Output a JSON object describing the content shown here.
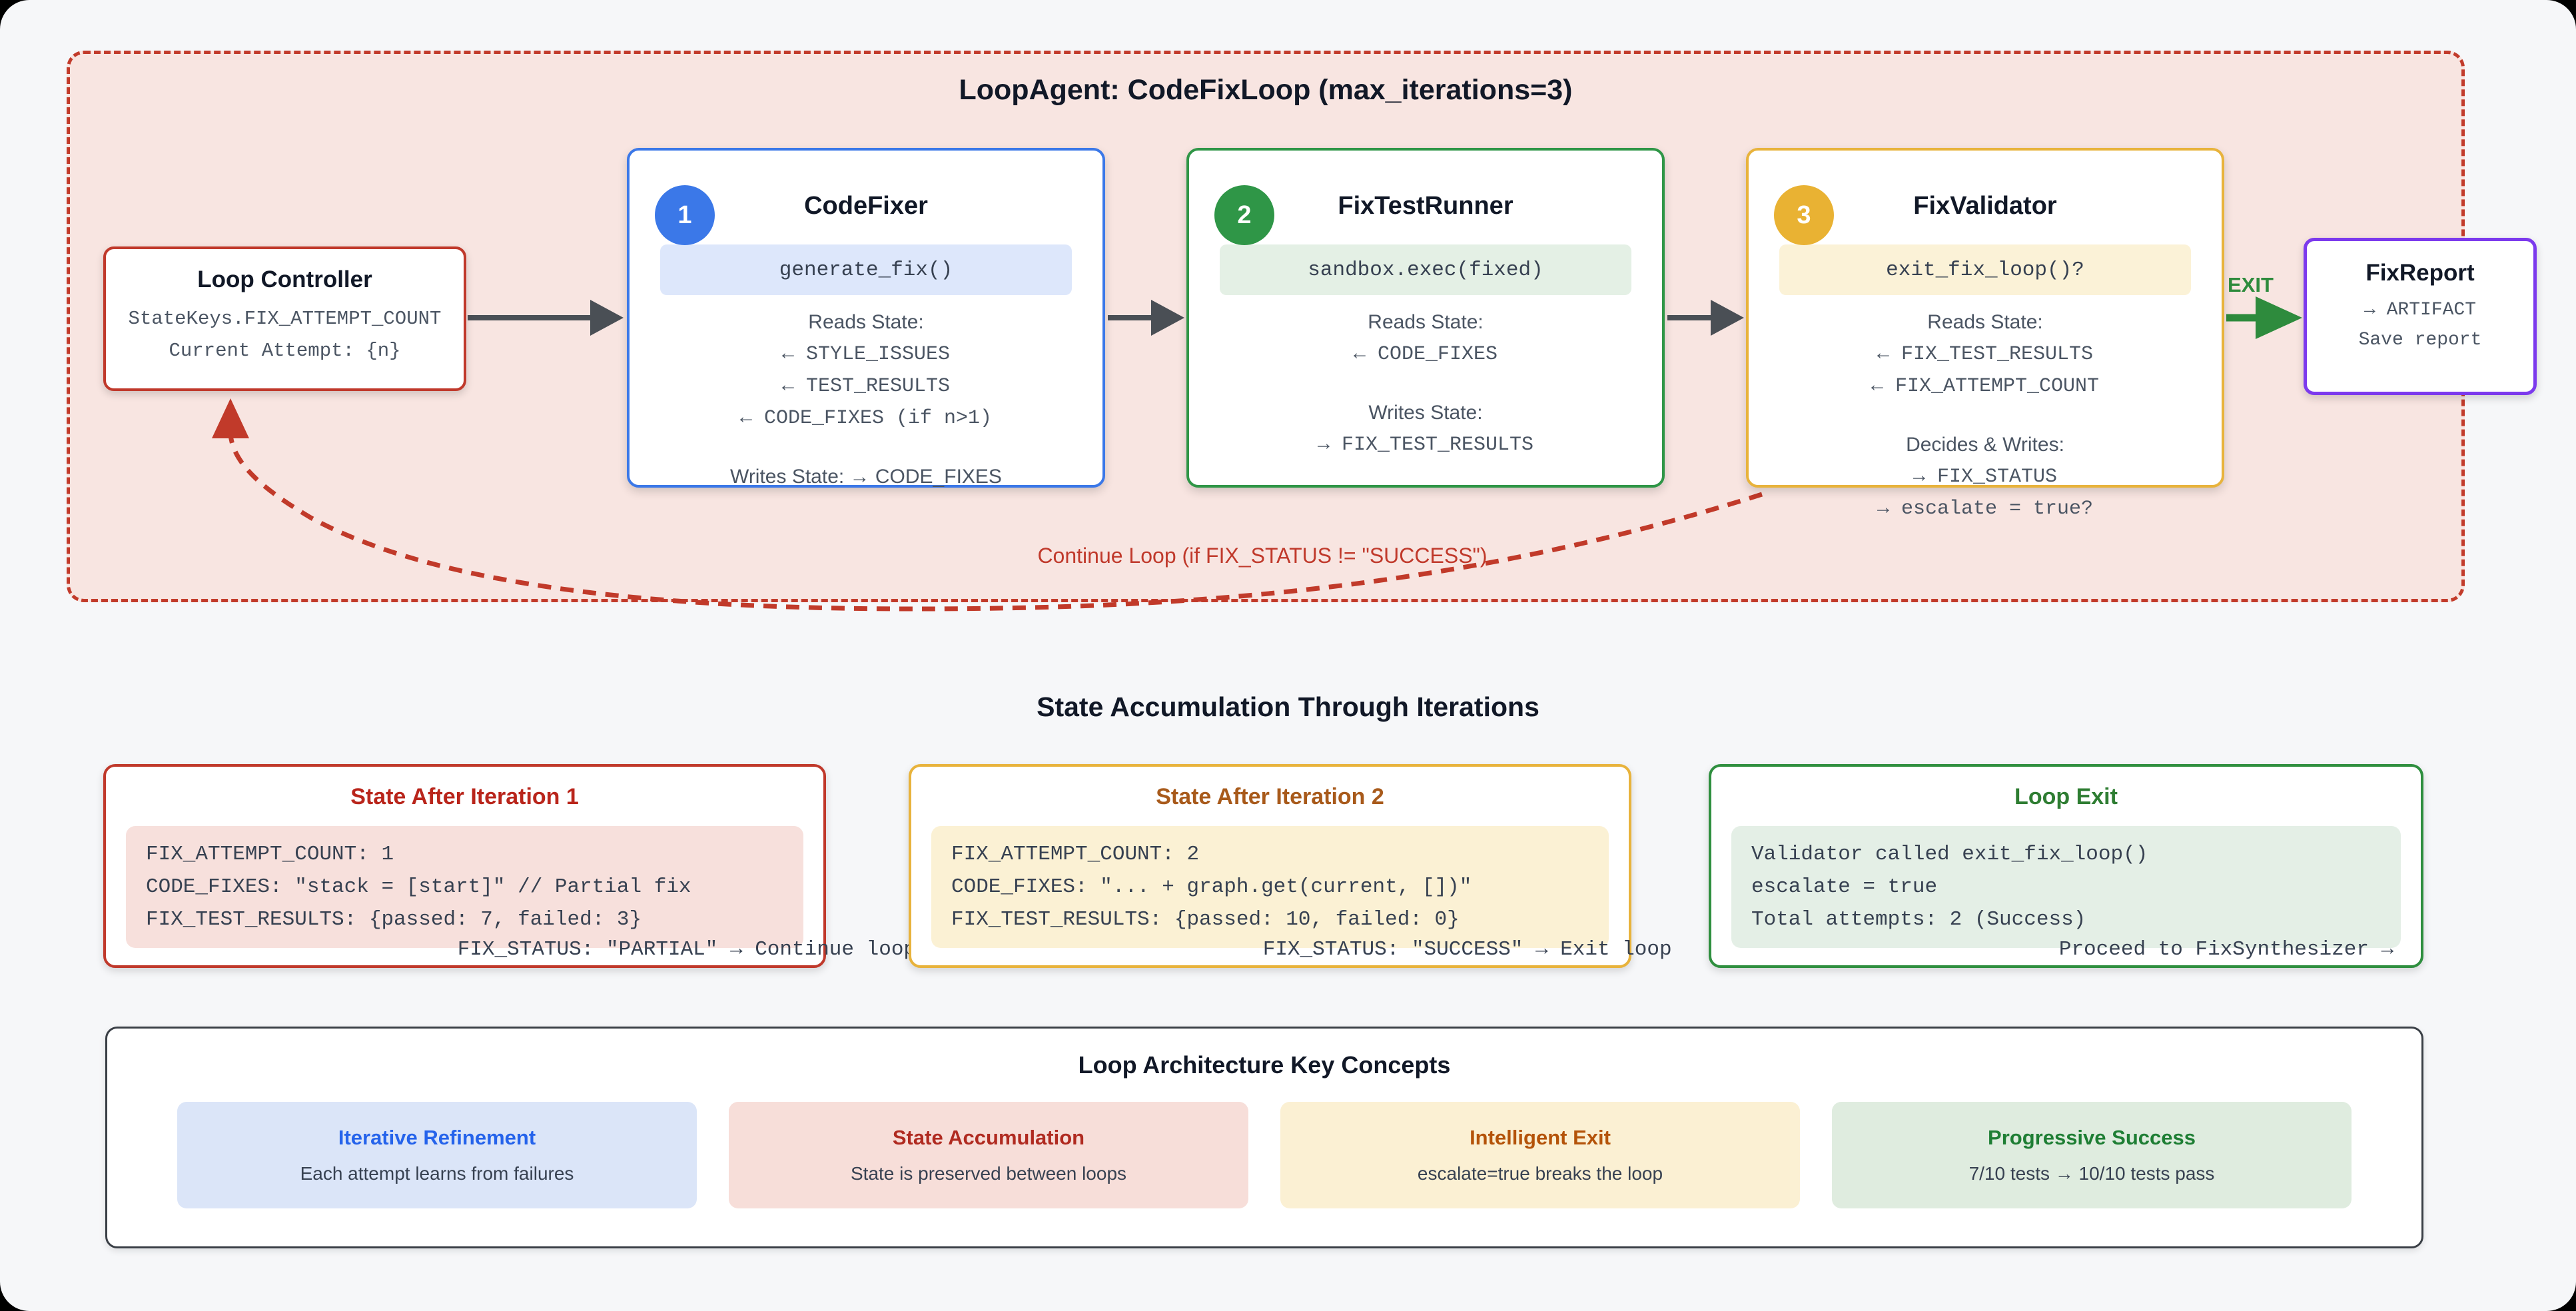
{
  "colors": {
    "container_border": "#c23b2b",
    "container_bg": "#f8e5e1",
    "page_bg": "#f6f7f9",
    "blue": "#3b78e8",
    "green": "#2f9647",
    "yellow": "#e8b33c",
    "purple": "#7c3aed",
    "red": "#c0392b",
    "arrow_gray": "#4a4f55",
    "exit_green": "#2e8b3d"
  },
  "loop": {
    "title": "LoopAgent: CodeFixLoop (max_iterations=3)",
    "continue_label": "Continue Loop (if FIX_STATUS != \"SUCCESS\")",
    "exit_label": "EXIT"
  },
  "controller": {
    "title": "Loop Controller",
    "lines": [
      "StateKeys.FIX_ATTEMPT_COUNT",
      "Current Attempt: {n}"
    ]
  },
  "agents": [
    {
      "badge": "1",
      "title": "CodeFixer",
      "chip": "generate_fix()",
      "reads_label": "Reads State:",
      "reads": [
        "← STYLE_ISSUES",
        "← TEST_RESULTS",
        "← CODE_FIXES (if n>1)"
      ],
      "writes_label": "Writes State: → CODE_FIXES",
      "writes": []
    },
    {
      "badge": "2",
      "title": "FixTestRunner",
      "chip": "sandbox.exec(fixed)",
      "reads_label": "Reads State:",
      "reads": [
        "← CODE_FIXES"
      ],
      "writes_label": "Writes State:",
      "writes": [
        "→ FIX_TEST_RESULTS"
      ]
    },
    {
      "badge": "3",
      "title": "FixValidator",
      "chip": "exit_fix_loop()?",
      "reads_label": "Reads State:",
      "reads": [
        "← FIX_TEST_RESULTS",
        "← FIX_ATTEMPT_COUNT"
      ],
      "writes_label": "Decides & Writes:",
      "writes": [
        "→ FIX_STATUS",
        "→ escalate = true?"
      ]
    }
  ],
  "report": {
    "title": "FixReport",
    "lines": [
      "→ ARTIFACT",
      "Save report"
    ]
  },
  "state_section": {
    "heading": "State Accumulation Through Iterations",
    "cards": [
      {
        "title": "State After Iteration 1",
        "lines": [
          "FIX_ATTEMPT_COUNT: 1",
          "CODE_FIXES: \"stack = [start]\" // Partial fix",
          "FIX_TEST_RESULTS: {passed: 7, failed: 3}"
        ],
        "overflow": "FIX_STATUS: \"PARTIAL\" → Continue loop"
      },
      {
        "title": "State After Iteration 2",
        "lines": [
          "FIX_ATTEMPT_COUNT: 2",
          "CODE_FIXES: \"... + graph.get(current, [])\"",
          "FIX_TEST_RESULTS: {passed: 10, failed: 0}"
        ],
        "overflow": "FIX_STATUS: \"SUCCESS\" → Exit loop"
      },
      {
        "title": "Loop Exit",
        "lines": [
          "Validator called exit_fix_loop()",
          "escalate = true",
          "Total attempts: 2 (Success)"
        ],
        "overflow": "Proceed to FixSynthesizer →"
      }
    ]
  },
  "concepts": {
    "heading": "Loop Architecture Key Concepts",
    "items": [
      {
        "title": "Iterative Refinement",
        "subtitle": "Each attempt learns from failures"
      },
      {
        "title": "State Accumulation",
        "subtitle": "State is preserved between loops"
      },
      {
        "title": "Intelligent Exit",
        "subtitle": "escalate=true breaks the loop"
      },
      {
        "title": "Progressive Success",
        "subtitle": "7/10 tests → 10/10 tests pass"
      }
    ]
  }
}
